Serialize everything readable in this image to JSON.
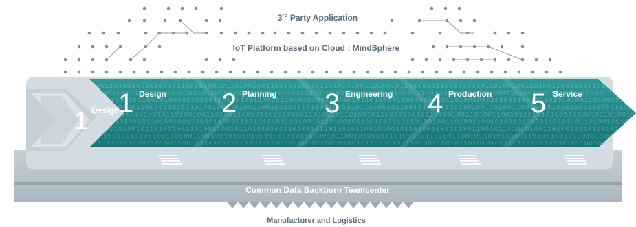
{
  "top": {
    "third_party_prefix": "3",
    "third_party_sup": "rd",
    "third_party_rest": " Party Application",
    "iot_platform": "IoT Platform based on Cloud : MindSphere"
  },
  "back_stage": {
    "number": "1",
    "label": "Design"
  },
  "stages": [
    {
      "number": "1",
      "label": "Design"
    },
    {
      "number": "2",
      "label": "Planning"
    },
    {
      "number": "3",
      "label": "Engineering"
    },
    {
      "number": "4",
      "label": "Production"
    },
    {
      "number": "5",
      "label": "Service"
    }
  ],
  "backbone": "Common Data Backborn Teamcenter",
  "bottom": "Manufacturer and Logistics",
  "binary_text": "1010011010010110100101100101001011010010011010011001011010",
  "colors": {
    "teal_dark": "#0f6e70",
    "teal_light": "#3da5a3",
    "gray_panel": "#d3dce2",
    "gray_dark": "#8f9ea8",
    "dot": "#7e8e99",
    "label_gray": "#5a6a76"
  }
}
